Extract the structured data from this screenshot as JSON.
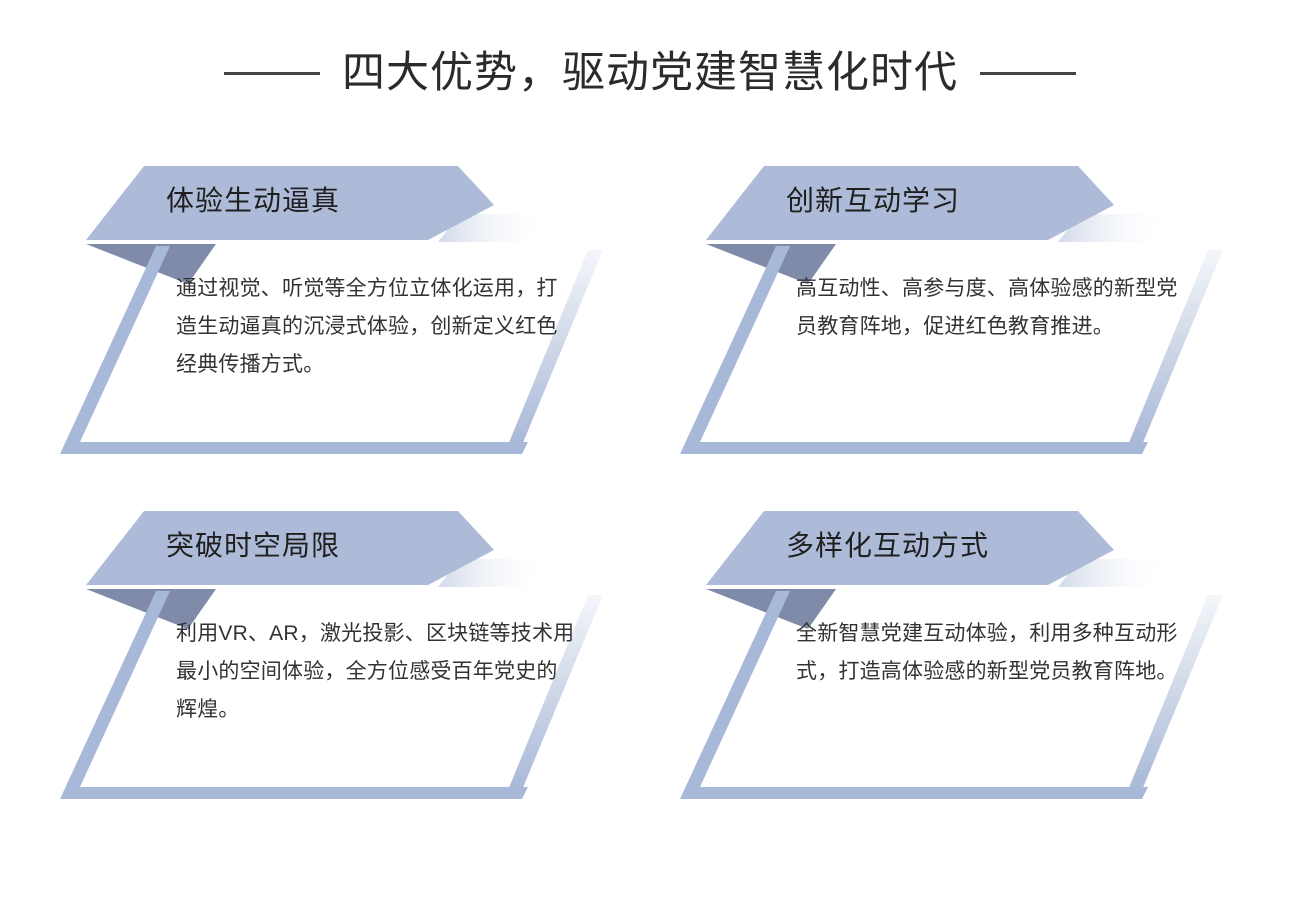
{
  "heading": {
    "title": "四大优势，驱动党建智慧化时代",
    "left_rule": "rule",
    "right_rule": "rule"
  },
  "theme": {
    "background": "#ffffff",
    "banner_fill": "#adbbd8",
    "fold_fill": "#7f8ba8",
    "frame_stroke": "#a8b8d8",
    "frame_stroke_light": "#dfe5f0",
    "shadow_fill": "#e8ecf4",
    "title_color": "#1f1f1f",
    "body_color": "#333333",
    "rule_color": "#444444"
  },
  "cards": [
    {
      "id": "card-0",
      "title": "体验生动逼真",
      "body": "通过视觉、听觉等全方位立体化运用，打造生动逼真的沉浸式体验，创新定义红色经典传播方式。"
    },
    {
      "id": "card-1",
      "title": "创新互动学习",
      "body": "高互动性、高参与度、高体验感的新型党员教育阵地，促进红色教育推进。"
    },
    {
      "id": "card-2",
      "title": "突破时空局限",
      "body": "利用VR、AR，激光投影、区块链等技术用最小的空间体验，全方位感受百年党史的辉煌。"
    },
    {
      "id": "card-3",
      "title": "多样化互动方式",
      "body": "全新智慧党建互动体验，利用多种互动形式，打造高体验感的新型党员教育阵地。"
    }
  ]
}
